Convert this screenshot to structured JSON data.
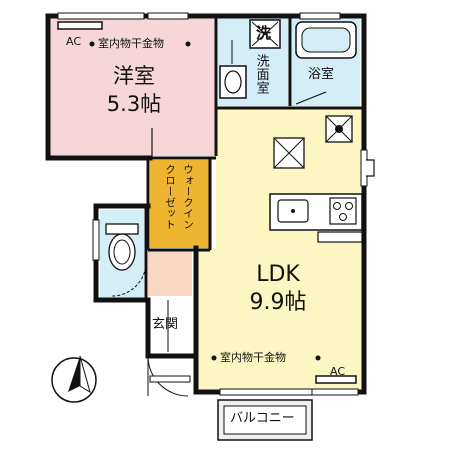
{
  "rooms": {
    "western_name": "洋室",
    "western_size": "5.3帖",
    "ldk_name": "LDK",
    "ldk_size": "9.9帖",
    "closet_line1": "ウォークイン",
    "closet_line2": "クローゼット",
    "washroom": "洗面室",
    "bathroom": "浴室",
    "entrance": "玄関",
    "balcony": "バルコニー"
  },
  "fixtures": {
    "ac_label_top": "AC",
    "ac_label_bottom": "AC",
    "drying_rack_top": "室内物干金物",
    "drying_rack_bottom": "室内物干金物",
    "washer_mark": "洗"
  },
  "colors": {
    "western": "#f6d6d8",
    "ldk": "#fbf6c2",
    "closet": "#f0b530",
    "wet": "#d4eef8",
    "entrance_floor": "#f8d8c2",
    "wall": "#111111"
  },
  "icons": {
    "north_arrow": "compass-north-icon",
    "washer": "washing-machine-icon",
    "vent": "ventilation-fan-icon"
  }
}
